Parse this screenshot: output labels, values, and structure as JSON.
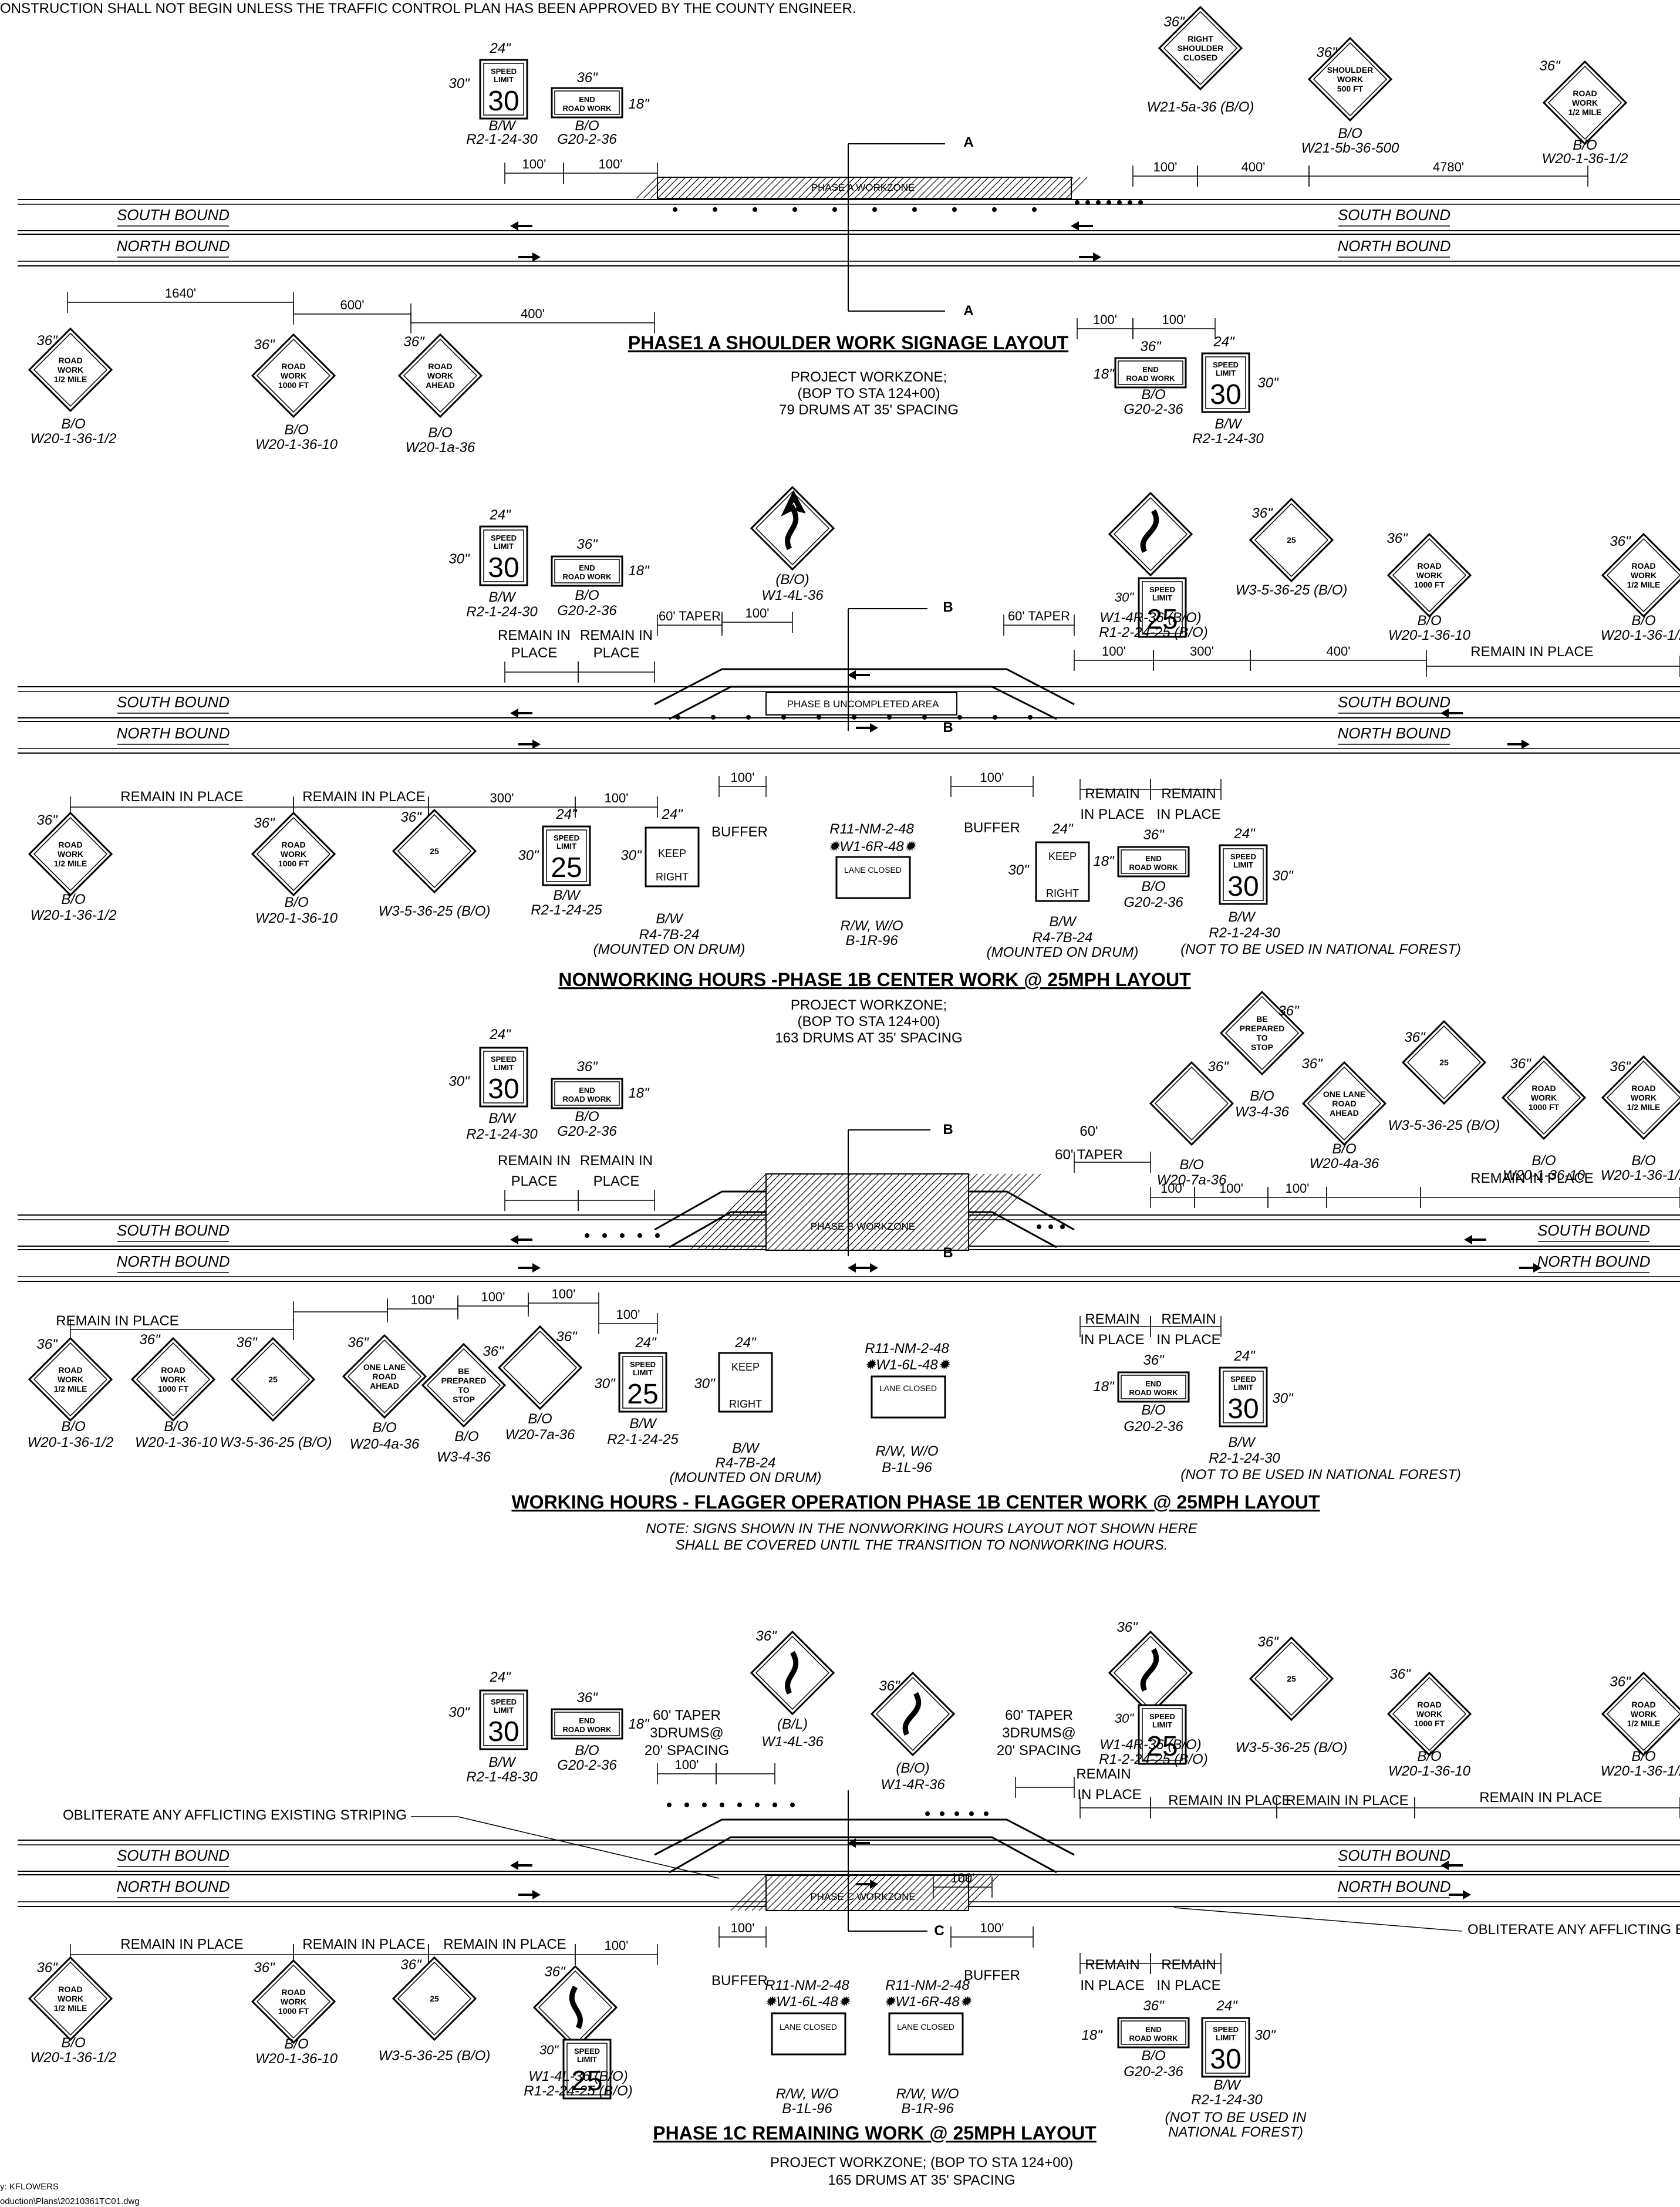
{
  "header_note": "ONSTRUCTION SHALL NOT BEGIN UNLESS THE TRAFFIC CONTROL PLAN HAS BEEN APPROVED BY THE COUNTY ENGINEER.",
  "roads": {
    "south": "SOUTH BOUND",
    "north": "NORTH BOUND"
  },
  "sections": [
    {
      "title": "PHASE1 A SHOULDER WORK SIGNAGE LAYOUT",
      "notes": [
        "PROJECT WORKZONE;",
        "(BOP TO STA 124+00)",
        "79 DRUMS AT 35' SPACING"
      ],
      "zone_label": "PHASE A WORKZONE",
      "section_marker": "A",
      "dims": [
        "100'",
        "100'",
        "100'",
        "400'",
        "4780'",
        "1640'",
        "600'",
        "400'",
        "100'",
        "100'"
      ],
      "signs": [
        {
          "text": "RIGHT SHOULDER CLOSED",
          "size": "36\"",
          "code": "W21-5a-36 (B/O)"
        },
        {
          "text": "SHOULDER WORK 500 FT",
          "size": "36\"",
          "code": "B/O",
          "code2": "W21-5b-36-500"
        },
        {
          "text": "ROAD WORK 1/2 MILE",
          "size": "36\"",
          "code": "B/O",
          "code2": "W20-1-36-1/2"
        },
        {
          "text": "ROAD WORK 1/2 MILE",
          "size": "36\"",
          "code": "B/O",
          "code2": "W20-1-36-1/2"
        },
        {
          "text": "ROAD WORK 1000 FT",
          "size": "36\"",
          "code": "B/O",
          "code2": "W20-1-36-10"
        },
        {
          "text": "ROAD WORK AHEAD",
          "size": "36\"",
          "code": "B/O",
          "code2": "W20-1a-36"
        }
      ],
      "speed": {
        "top": "SPEED LIMIT",
        "value": "30",
        "w": "24\"",
        "h": "30\"",
        "code": "B/W",
        "code2": "R2-1-24-30"
      },
      "end": {
        "text": "END ROAD WORK",
        "w": "36\"",
        "h": "18\"",
        "code": "B/O",
        "code2": "G20-2-36"
      }
    },
    {
      "title": "NONWORKING HOURS -PHASE 1B CENTER WORK @ 25MPH LAYOUT",
      "notes": [
        "PROJECT WORKZONE;",
        "(BOP TO STA 124+00)",
        "163 DRUMS AT 35' SPACING"
      ],
      "zone_label": "PHASE B UNCOMPLETED AREA",
      "section_marker": "B",
      "taper": "60' TAPER",
      "remain": "REMAIN IN PLACE",
      "buffer": "BUFFER",
      "keep_right": {
        "text": "KEEP RIGHT",
        "code": "B/W",
        "code2": "R4-7B-24",
        "code3": "(MOUNTED ON DRUM)"
      },
      "barricade": {
        "code": "R11-NM-2-48",
        "code2": "W1-6R-48",
        "label": "LANE CLOSED",
        "code3": "R/W, W/O",
        "code4": "B-1R-96"
      },
      "curve": {
        "code": "(B/O)",
        "code2": "W1-4L-36"
      },
      "curve_r": {
        "code": "W1-4R-36 (B/O)",
        "code2": "R1-2-24-25 (B/O)"
      },
      "w3": {
        "code": "W3-5-36-25 (B/O)"
      },
      "nf_note": "(NOT TO BE USED IN  NATIONAL FOREST)",
      "speed25": {
        "value": "25",
        "code2": "R2-1-24-25"
      }
    },
    {
      "title": "WORKING HOURS - FLAGGER OPERATION PHASE 1B CENTER WORK @ 25MPH LAYOUT",
      "notes": [
        "NOTE: SIGNS SHOWN IN THE NONWORKING HOURS LAYOUT NOT SHOWN HERE",
        "SHALL BE COVERED UNTIL THE TRANSITION  TO NONWORKING HOURS."
      ],
      "zone_label": "PHASE B WORKZONE",
      "section_marker": "B",
      "taper": "60' TAPER",
      "prepared": {
        "text": "BE PREPARED TO STOP",
        "code": "B/O",
        "code2": "W3-4-36"
      },
      "flagger": {
        "code": "B/O",
        "code2": "W20-7a-36"
      },
      "one_lane": {
        "text": "ONE LANE ROAD AHEAD",
        "code": "B/O",
        "code2": "W20-4a-36"
      },
      "barricade": {
        "code": "R11-NM-2-48",
        "code2": "W1-6L-48",
        "label": "LANE CLOSED",
        "code3": "R/W, W/O",
        "code4": "B-1L-96"
      }
    },
    {
      "title": "PHASE 1C REMAINING WORK @ 25MPH LAYOUT",
      "notes": [
        "PROJECT WORKZONE; (BOP TO STA 124+00)",
        "165 DRUMS AT 35' SPACING"
      ],
      "zone_label": "PHASE C WORKZONE",
      "section_marker": "C",
      "taper_l": [
        "60' TAPER",
        "3DRUMS@",
        "20' SPACING"
      ],
      "obliterate": "OBLITERATE ANY AFFLICTING EXISTING STRIPING",
      "speed_code": "R2-1-48-30",
      "curve_b": {
        "code": "(B/O)",
        "code2": "W1-4R-36"
      },
      "curve_l2": {
        "code": "W1-4L-36 (B/O)",
        "code2": "R1-2-24-25 (B/O)"
      },
      "nf2": [
        "(NOT TO BE USED IN",
        "NATIONAL FOREST)"
      ]
    }
  ],
  "footer": [
    "y: KFLOWERS",
    "oduction\\Plans\\20210361TC01.dwg"
  ]
}
